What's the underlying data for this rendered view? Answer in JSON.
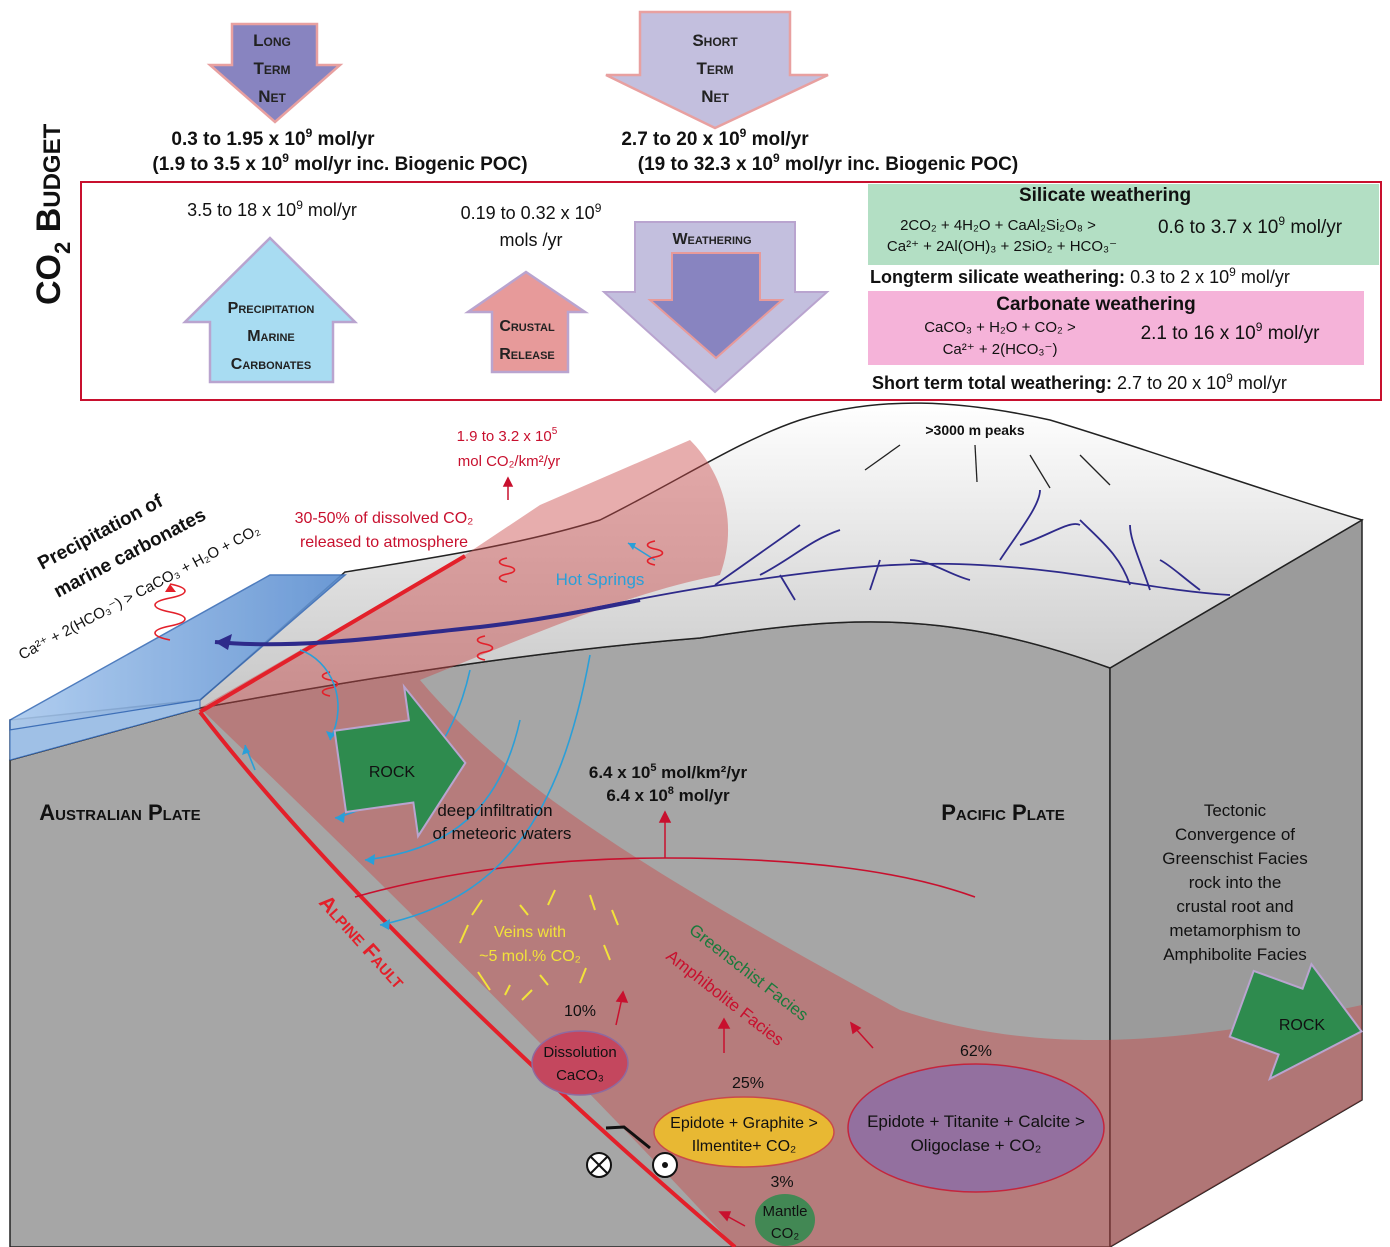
{
  "budget_title": {
    "main": "CO",
    "sub": "2",
    "rest": " Budget"
  },
  "long_term": {
    "arrow": [
      "Long",
      "Term",
      "Net"
    ],
    "line1": {
      "pre": "0.3 to 1.95 x 10",
      "sup": "9",
      "post": " mol/yr"
    },
    "line2": {
      "pre": "(1.9 to 3.5 x 10",
      "sup": "9",
      "post": " mol/yr  inc. Biogenic POC)"
    }
  },
  "short_term": {
    "arrow": [
      "Short",
      "Term",
      "Net"
    ],
    "line1": {
      "pre": "2.7 to 20 x 10",
      "sup": "9",
      "post": " mol/yr"
    },
    "line2": {
      "pre": "(19 to 32.3 x 10",
      "sup": "9",
      "post": " mol/yr  inc. Biogenic POC)"
    }
  },
  "precipitation": {
    "value": {
      "pre": "3.5 to 18 x 10",
      "sup": "9",
      "post": " mol/yr"
    },
    "arrow": [
      "Precipitation",
      "Marine",
      "Carbonates"
    ]
  },
  "crustal_release": {
    "value_line1": {
      "pre": "0.19 to 0.32 x 10",
      "sup": "9"
    },
    "value_line2": "mols /yr",
    "arrow": [
      "Crustal",
      "Release"
    ]
  },
  "weathering": {
    "label": "Weathering"
  },
  "silicate": {
    "title": "Silicate weathering",
    "reaction_line1": "2CO₂ + 4H₂O + CaAl₂Si₂O₈ >",
    "reaction_line2": "Ca²⁺ + 2Al(OH)₃ + 2SiO₂ + HCO₃⁻",
    "value": {
      "pre": "0.6 to 3.7 x 10",
      "sup": "9",
      "post": " mol/yr"
    },
    "longterm_label": "Longterm silicate weathering:",
    "longterm_value": {
      "pre": "0.3 to 2 x 10",
      "sup": "9",
      "post": " mol/yr"
    },
    "color": "#b3dfc4"
  },
  "carbonate": {
    "title": "Carbonate weathering",
    "reaction_line1": "CaCO₃ + H₂O + CO₂ >",
    "reaction_line2": "Ca²⁺ + 2(HCO₃⁻)",
    "value": {
      "pre": "2.1 to 16 x 10",
      "sup": "9",
      "post": " mol/yr"
    },
    "total_label": "Short term total weathering:",
    "total_value": {
      "pre": "2.7 to 20 x 10",
      "sup": "9",
      "post": " mol/yr"
    },
    "color": "#f5b3d9"
  },
  "block": {
    "peaks": ">3000 m peaks",
    "release_rate_line1": {
      "pre": "1.9 to 3.2 x 10",
      "sup": "5"
    },
    "release_rate_line2": "mol CO₂/km²/yr",
    "dissolved_line1": "30-50% of dissolved CO₂",
    "dissolved_line2": "released to atmosphere",
    "hot_springs": "Hot Springs",
    "precip_title_line1": "Precipitation of",
    "precip_title_line2": "marine carbonates",
    "precip_reaction": "Ca²⁺ + 2(HCO₃⁻) > CaCO₃ + H₂O + CO₂",
    "rock_label": "ROCK",
    "infiltration_line1": "deep infiltration",
    "infiltration_line2": "of meteoric waters",
    "flux_line1": {
      "pre": "6.4 x 10",
      "sup": "5",
      "post": " mol/km²/yr"
    },
    "flux_line2": {
      "pre": "6.4 x 10",
      "sup": "8",
      "post": " mol/yr"
    },
    "australian_plate": "Australian Plate",
    "pacific_plate": "Pacific Plate",
    "alpine_fault": "Alpine Fault",
    "veins_line1": "Veins with",
    "veins_line2": "~5 mol.% CO₂",
    "greenschist": "Greenschist Facies",
    "amphibolite": "Amphibolite Facies",
    "tectonic": [
      "Tectonic",
      "Convergence of",
      "Greenschist Facies",
      "rock into the",
      "crustal root and",
      "metamorphism to",
      "Amphibolite Facies"
    ],
    "rock_label_right": "ROCK",
    "pct_dissolution": "10%",
    "dissolution_line1": "Dissolution",
    "dissolution_line2": "CaCO₃",
    "pct_graphite": "25%",
    "graphite_line1": "Epidote + Graphite >",
    "graphite_line2": "Ilmentite+ CO₂",
    "pct_titanite": "62%",
    "titanite_line1": "Epidote + Titanite + Calcite >",
    "titanite_line2": "Oligoclase + CO₂",
    "pct_mantle": "3%",
    "mantle_line1": "Mantle",
    "mantle_line2": "CO₂"
  },
  "colors": {
    "fault_red": "#e3202a",
    "text_red": "#c8102e",
    "water_blue": "#2a9fd8",
    "river_navy": "#2e2a8a",
    "facies_green": "#1a7a3c",
    "arrow_purple": "#c3bfde",
    "arrow_light_blue": "#a8dcf2",
    "rock_green": "#2e8b4e"
  }
}
